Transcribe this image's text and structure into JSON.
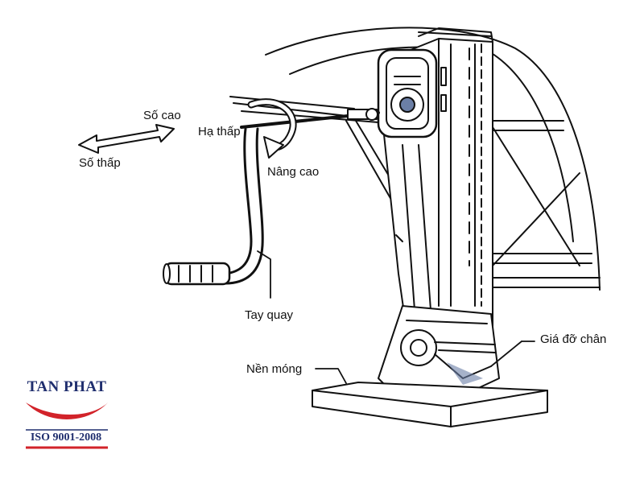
{
  "labels": {
    "high_gear": "Số cao",
    "low_gear": "Số thấp",
    "lower": "Hạ thấp",
    "raise": "Nâng cao",
    "crank_handle": "Tay quay",
    "foot_bracket": "Giá đỡ chân",
    "base": "Nền móng"
  },
  "logo": {
    "name": "TAN PHAT",
    "certification": "ISO 9001-2008",
    "text_color": "#1f2e6e",
    "swoosh_color": "#d2232a"
  }
}
